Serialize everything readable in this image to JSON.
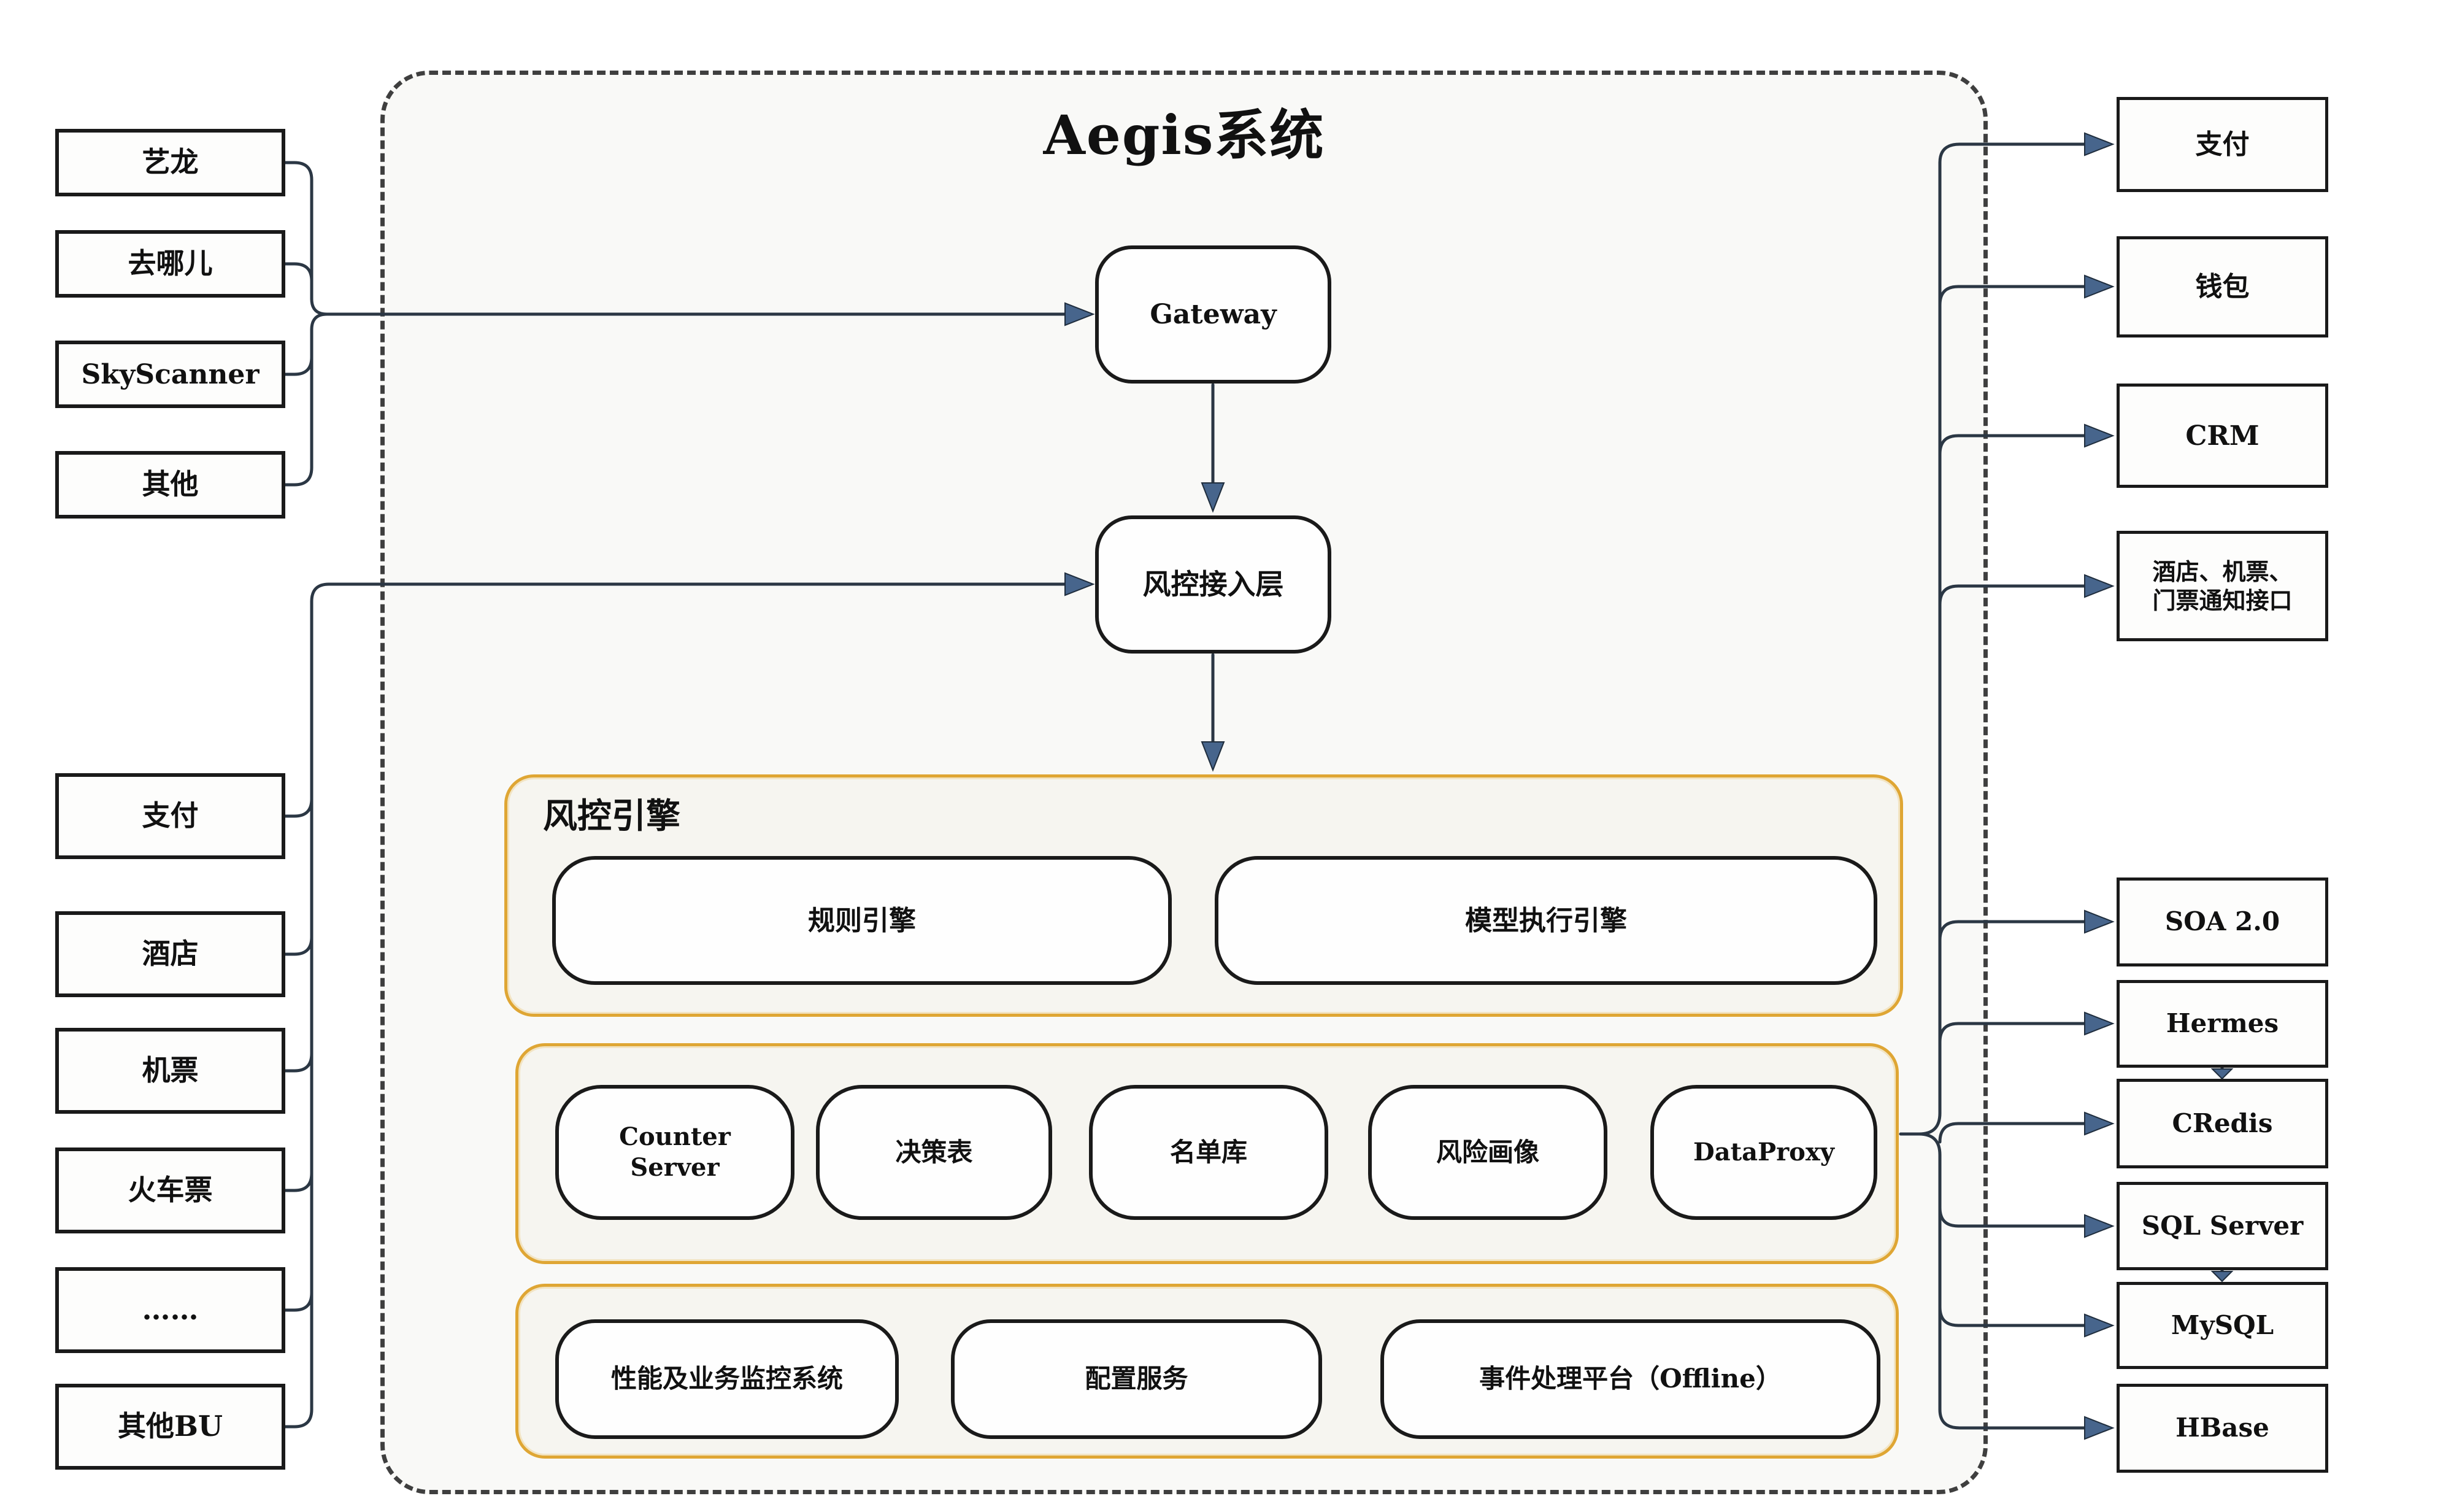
{
  "title": "Aegis系统",
  "colors": {
    "panel_border": "#dfa634",
    "connector_line": "#2b3744",
    "arrowhead": "#47658c",
    "box_border": "#1a1a1a"
  },
  "left_sources_top": [
    "艺龙",
    "去哪儿",
    "SkyScanner",
    "其他"
  ],
  "left_sources_bottom": [
    "支付",
    "酒店",
    "机票",
    "火车票",
    "……",
    "其他BU"
  ],
  "core": {
    "gateway": "Gateway",
    "access_layer": "风控接入层",
    "engine_panel_label": "风控引擎",
    "engine_boxes": [
      "规则引擎",
      "模型执行引擎"
    ],
    "service_boxes": [
      "Counter\nServer",
      "决策表",
      "名单库",
      "风险画像",
      "DataProxy"
    ],
    "platform_boxes": [
      "性能及业务监控系统",
      "配置服务",
      "事件处理平台（Offline）"
    ]
  },
  "right_targets_top": [
    "支付",
    "钱包",
    "CRM",
    "酒店、机票、\n门票通知接口"
  ],
  "right_dependencies": [
    "SOA 2.0",
    "Hermes",
    "CRedis",
    "SQL Server",
    "MySQL",
    "HBase"
  ]
}
